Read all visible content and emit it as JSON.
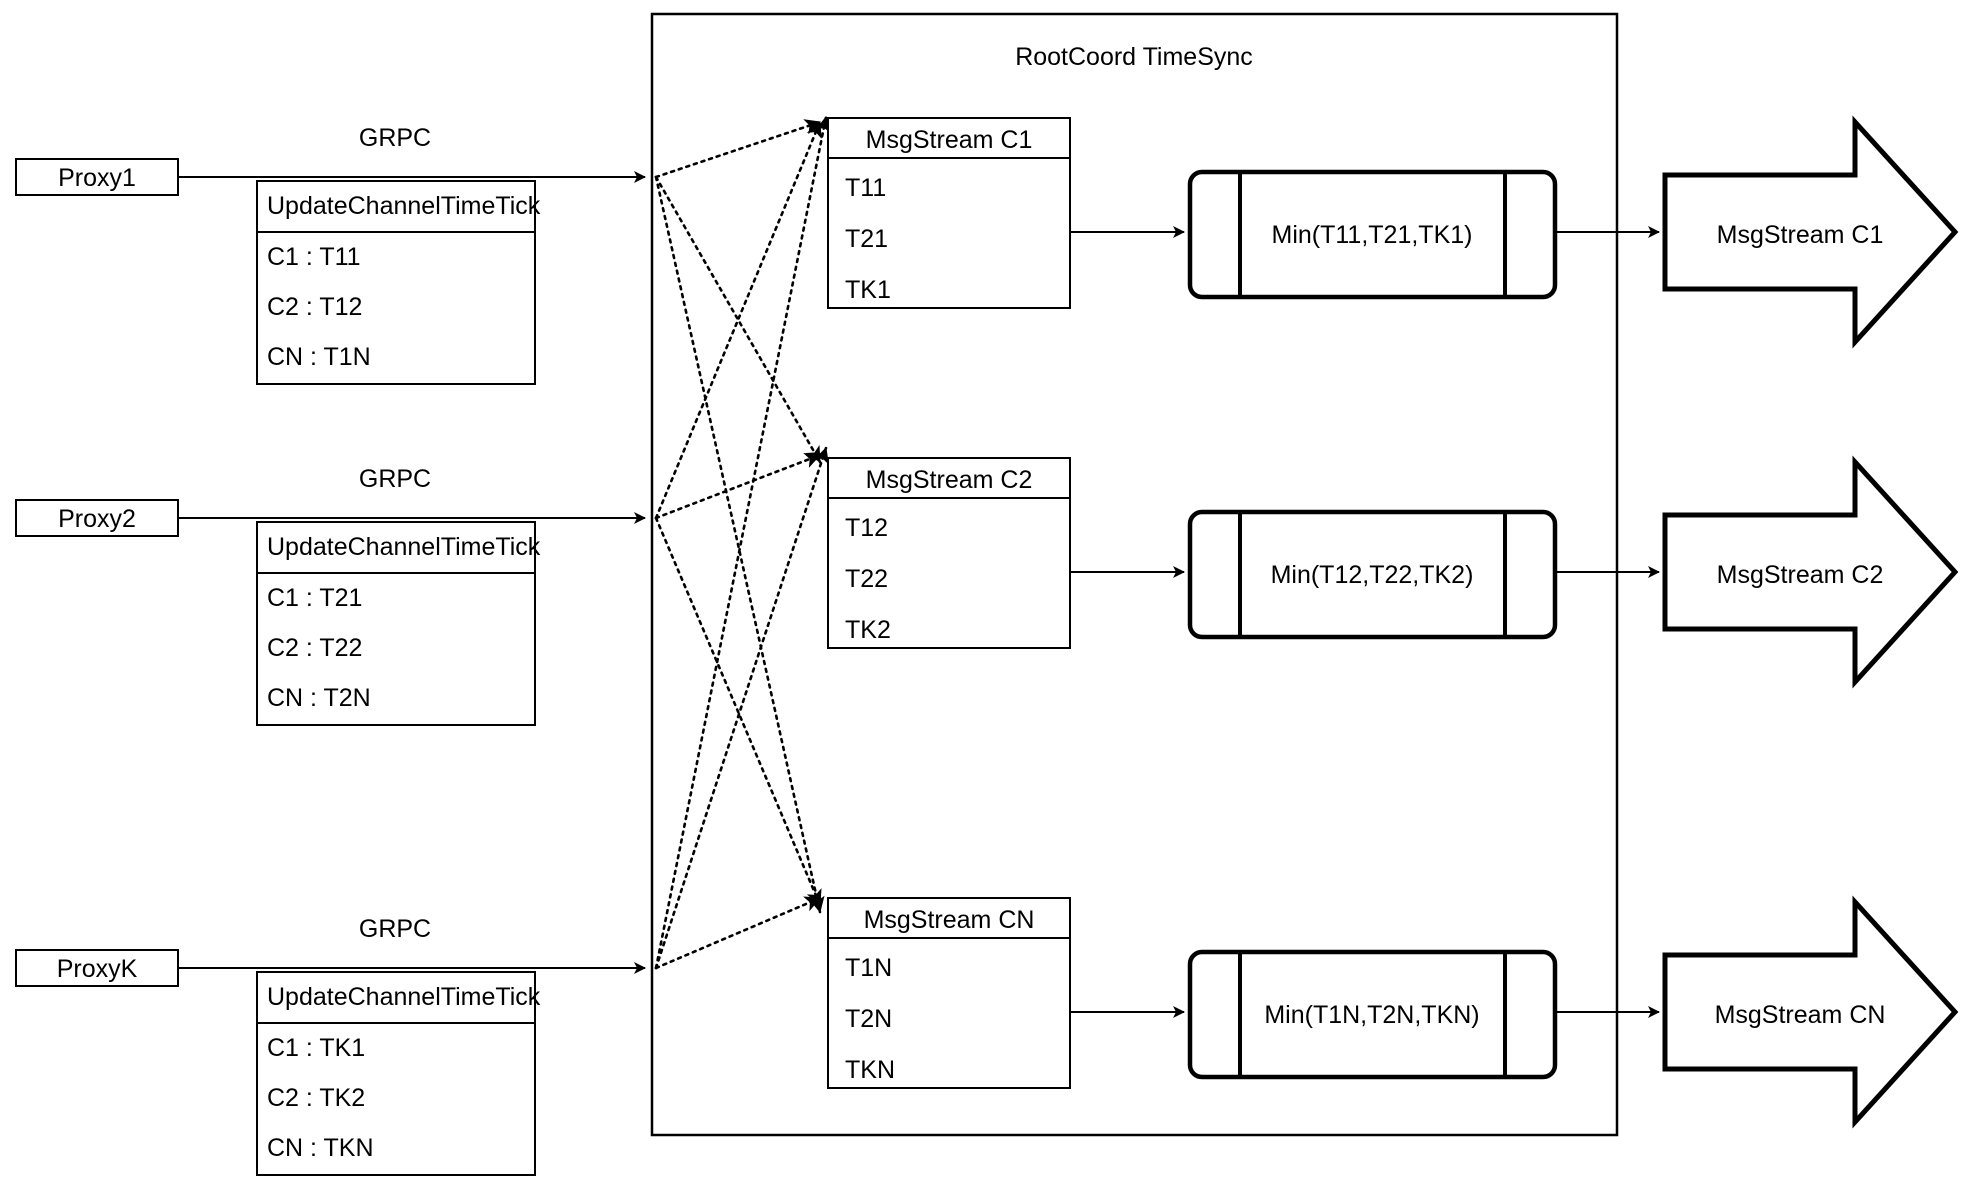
{
  "diagram": {
    "title": "RootCoord TimeSync",
    "container_label": "RootCoord TimeSync",
    "link_label": "GRPC",
    "proxies": [
      {
        "name": "Proxy1",
        "link": "GRPC",
        "table_header": "UpdateChannelTimeTick",
        "rows": [
          "C1 :  T11",
          "C2 :  T12",
          "CN : T1N"
        ]
      },
      {
        "name": "Proxy2",
        "link": "GRPC",
        "table_header": "UpdateChannelTimeTick",
        "rows": [
          "C1 :  T21",
          "C2 :  T22",
          "CN : T2N"
        ]
      },
      {
        "name": "ProxyK",
        "link": "GRPC",
        "table_header": "UpdateChannelTimeTick",
        "rows": [
          "C1 :  TK1",
          "C2 :  TK2",
          "CN : TKN"
        ]
      }
    ],
    "channels": [
      {
        "stream_header": "MsgStream C1",
        "stream_rows": [
          "T11",
          "T21",
          "TK1"
        ],
        "min_label": "Min(T11,T21,TK1)",
        "output_label": "MsgStream C1"
      },
      {
        "stream_header": "MsgStream C2",
        "stream_rows": [
          "T12",
          "T22",
          "TK2"
        ],
        "min_label": "Min(T12,T22,TK2)",
        "output_label": "MsgStream C2"
      },
      {
        "stream_header": "MsgStream CN",
        "stream_rows": [
          "T1N",
          "T2N",
          "TKN"
        ],
        "min_label": "Min(T1N,T2N,TKN)",
        "output_label": "MsgStream CN"
      }
    ],
    "colors": {
      "stroke": "#000000",
      "background": "#ffffff",
      "text": "#000000"
    }
  }
}
